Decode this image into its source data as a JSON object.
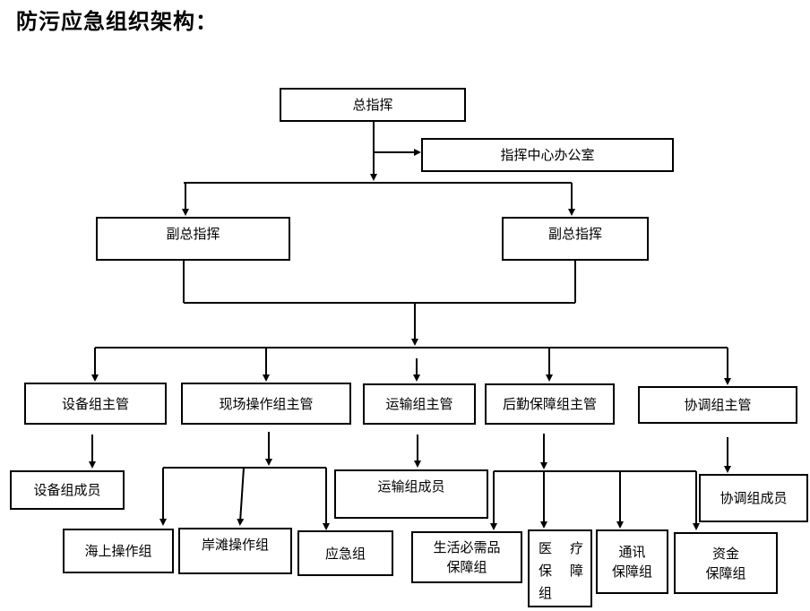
{
  "title": "防污应急组织架构：",
  "nodes": {
    "commander": "总指挥",
    "office": "指挥中心办公室",
    "deputy_left": "副总指挥",
    "deputy_right": "副总指挥",
    "equip_mgr": "设备组主管",
    "site_mgr": "现场操作组主管",
    "transport_mgr": "运输组主管",
    "logistics_mgr": "后勤保障组主管",
    "coord_mgr": "协调组主管",
    "equip_member": "设备组成员",
    "transport_member": "运输组成员",
    "coord_member": "协调组成员",
    "sea_ops": "海上操作组",
    "beach_ops": "岸滩操作组",
    "emergency": "应急组",
    "supplies_line1": "生活必需品",
    "supplies_line2": "保障组",
    "medical_c1": "医",
    "medical_c2": "疗",
    "medical_c3": "保",
    "medical_c4": "障",
    "medical_c5": "组",
    "comm_line1": "通讯",
    "comm_line2": "保障组",
    "fund_line1": "资金",
    "fund_line2": "保障组"
  }
}
